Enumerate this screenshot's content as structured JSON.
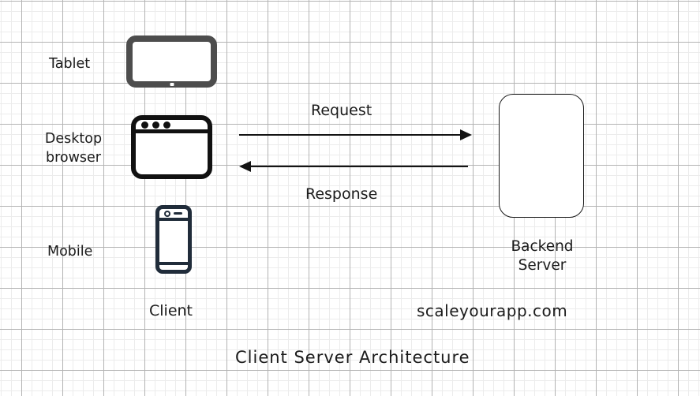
{
  "diagram": {
    "title": "Client Server Architecture",
    "watermark": "scaleyourapp.com",
    "labels": {
      "tablet": "Tablet",
      "desktop_browser": "Desktop\nbrowser",
      "mobile": "Mobile",
      "client_group": "Client",
      "backend_server": "Backend\nServer",
      "request": "Request",
      "response": "Response"
    },
    "icons": [
      {
        "name": "tablet-icon",
        "depicts": "landscape tablet device"
      },
      {
        "name": "desktop-browser-icon",
        "depicts": "browser window with three dots"
      },
      {
        "name": "mobile-phone-icon",
        "depicts": "smartphone with camera and speaker"
      },
      {
        "name": "server-box",
        "depicts": "backend server rounded rectangle"
      }
    ],
    "colors": {
      "background": "#ffffff",
      "grid_minor": "#ececec",
      "grid_major": "#b3b3b3",
      "tablet_icon": "#4d4d4d",
      "browser_icon": "#111111",
      "phone_icon": "#202c3a",
      "server_border": "#1a1a1a",
      "arrow": "#141414",
      "text": "#1b1b1b"
    }
  }
}
